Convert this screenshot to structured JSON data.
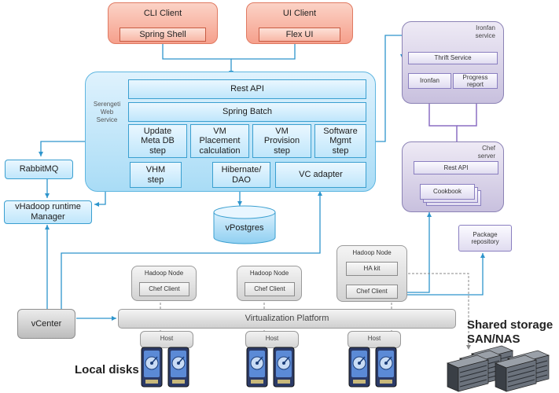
{
  "cli_client": {
    "title": "CLI Client",
    "inner": "Spring Shell"
  },
  "ui_client": {
    "title": "UI Client",
    "inner": "Flex UI"
  },
  "serengeti": {
    "label_line1": "Serengeti",
    "label_line2": "Web",
    "label_line3": "Service",
    "rest_api": "Rest API",
    "spring_batch": "Spring Batch",
    "steps": [
      {
        "line1": "Update",
        "line2": "Meta DB",
        "line3": "step"
      },
      {
        "line1": "VM",
        "line2": "Placement",
        "line3": "calculation"
      },
      {
        "line1": "VM",
        "line2": "Provision",
        "line3": "step"
      },
      {
        "line1": "Software",
        "line2": "Mgmt",
        "line3": "step"
      }
    ],
    "vhm_line1": "VHM",
    "vhm_line2": "step",
    "hibernate_line1": "Hibernate/",
    "hibernate_line2": "DAO",
    "vc_adapter": "VC adapter"
  },
  "vpostgres": "vPostgres",
  "rabbitmq": "RabbitMQ",
  "vhadoop_line1": "vHadoop runtime",
  "vhadoop_line2": "Manager",
  "ironfan": {
    "label_line1": "Ironfan",
    "label_line2": "service",
    "thrift": "Thrift Service",
    "ironfan": "Ironfan",
    "progress_line1": "Progress",
    "progress_line2": "report"
  },
  "chef_server": {
    "label_line1": "Chef",
    "label_line2": "server",
    "rest_api": "Rest API",
    "cookbook": "Cookbook"
  },
  "package_repo_line1": "Package",
  "package_repo_line2": "repository",
  "hadoop_nodes": [
    {
      "title": "Hadoop Node",
      "chef": "Chef Client"
    },
    {
      "title": "Hadoop Node",
      "chef": "Chef Client"
    },
    {
      "title": "Hadoop Node",
      "chef": "Chef Client",
      "ha": "HA kit"
    }
  ],
  "virtualization_platform": "Virtualization Platform",
  "vcenter": "vCenter",
  "hosts": [
    "Host",
    "Host",
    "Host"
  ],
  "local_disks": "Local disks",
  "shared_storage_line1": "Shared storage",
  "shared_storage_line2": "SAN/NAS",
  "colors": {
    "connector": "#2e95cc",
    "purple_connector": "#8b6fc4",
    "dashed": "#888888"
  }
}
